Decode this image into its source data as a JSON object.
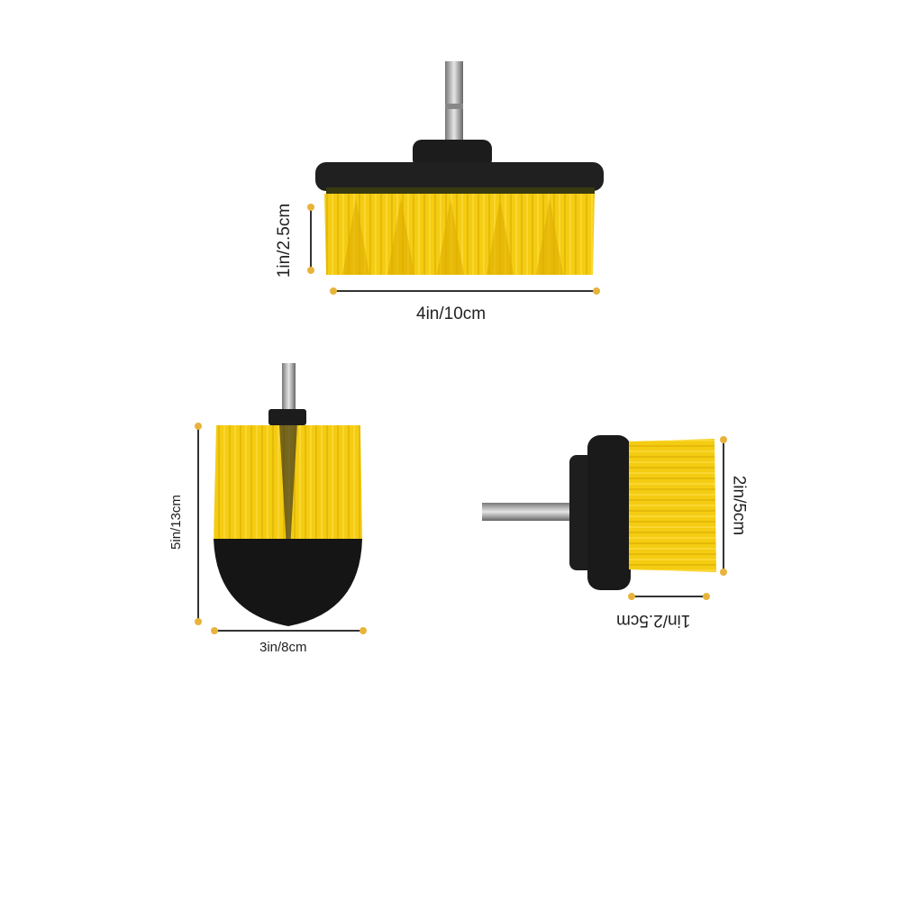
{
  "colors": {
    "bristle": "#f2c80f",
    "hub": "#1c1c1c",
    "dimension_dot": "#e8b33a",
    "shaft": "#a8a8a8"
  },
  "brushes": [
    {
      "name": "flat-disc-brush",
      "height_label": "1in/2.5cm",
      "width_label": "4in/10cm"
    },
    {
      "name": "round-toilet-brush",
      "height_label": "5in/13cm",
      "width_label": "3in/8cm"
    },
    {
      "name": "small-cylinder-brush",
      "height_label": "2in/5cm",
      "width_label": "1in/2.5cm"
    }
  ]
}
